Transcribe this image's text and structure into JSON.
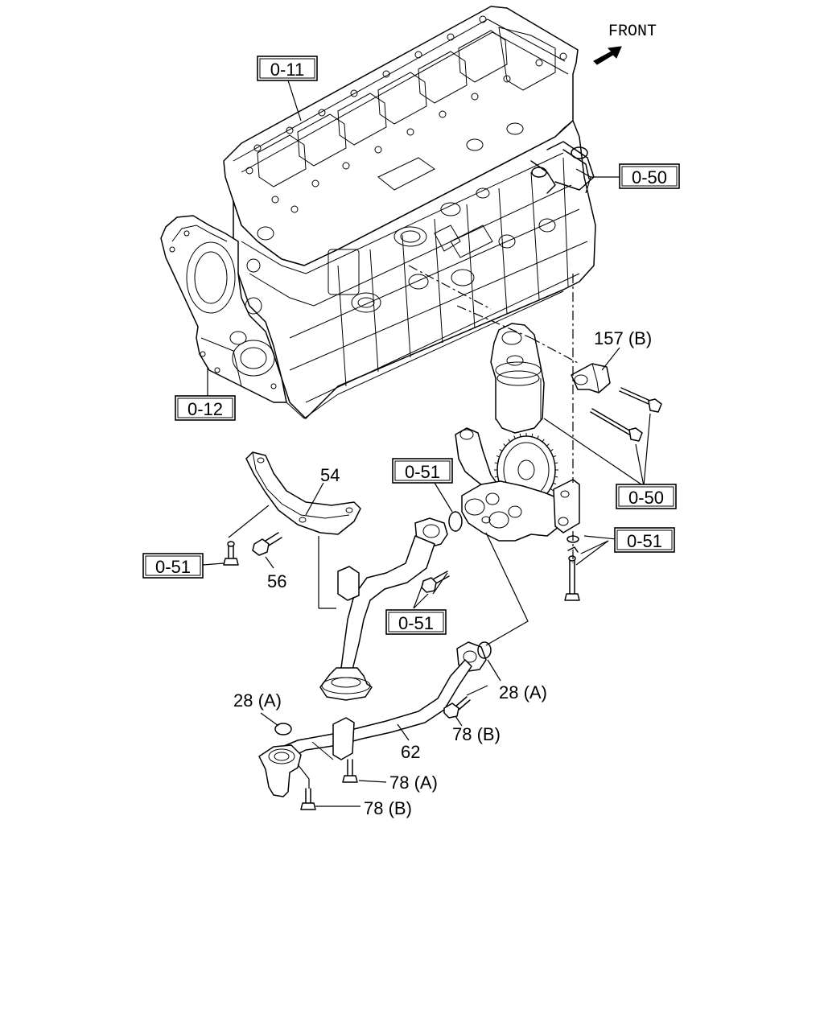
{
  "orientation": {
    "label": "FRONT",
    "arrow_icon": "front-arrow-icon"
  },
  "references": {
    "cylinder_block": "0-11",
    "timing_case": "0-12",
    "oil_cooler_upper": "0-50",
    "oil_filter_bolts": "0-50",
    "o_ring_pump": "0-51",
    "pump_bolts": "0-51",
    "bracket_bolt": "0-51",
    "strainer_bolt": "0-51"
  },
  "parts": {
    "bracket_157b": "157 (B)",
    "stay_54": "54",
    "bolt_56": "56",
    "o_ring_28a_upper": "28 (A)",
    "o_ring_28a_lower": "28 (A)",
    "pipe_62": "62",
    "bolt_78b_upper": "78 (B)",
    "bolt_78a": "78 (A)",
    "bolt_78b_lower": "78 (B)"
  }
}
